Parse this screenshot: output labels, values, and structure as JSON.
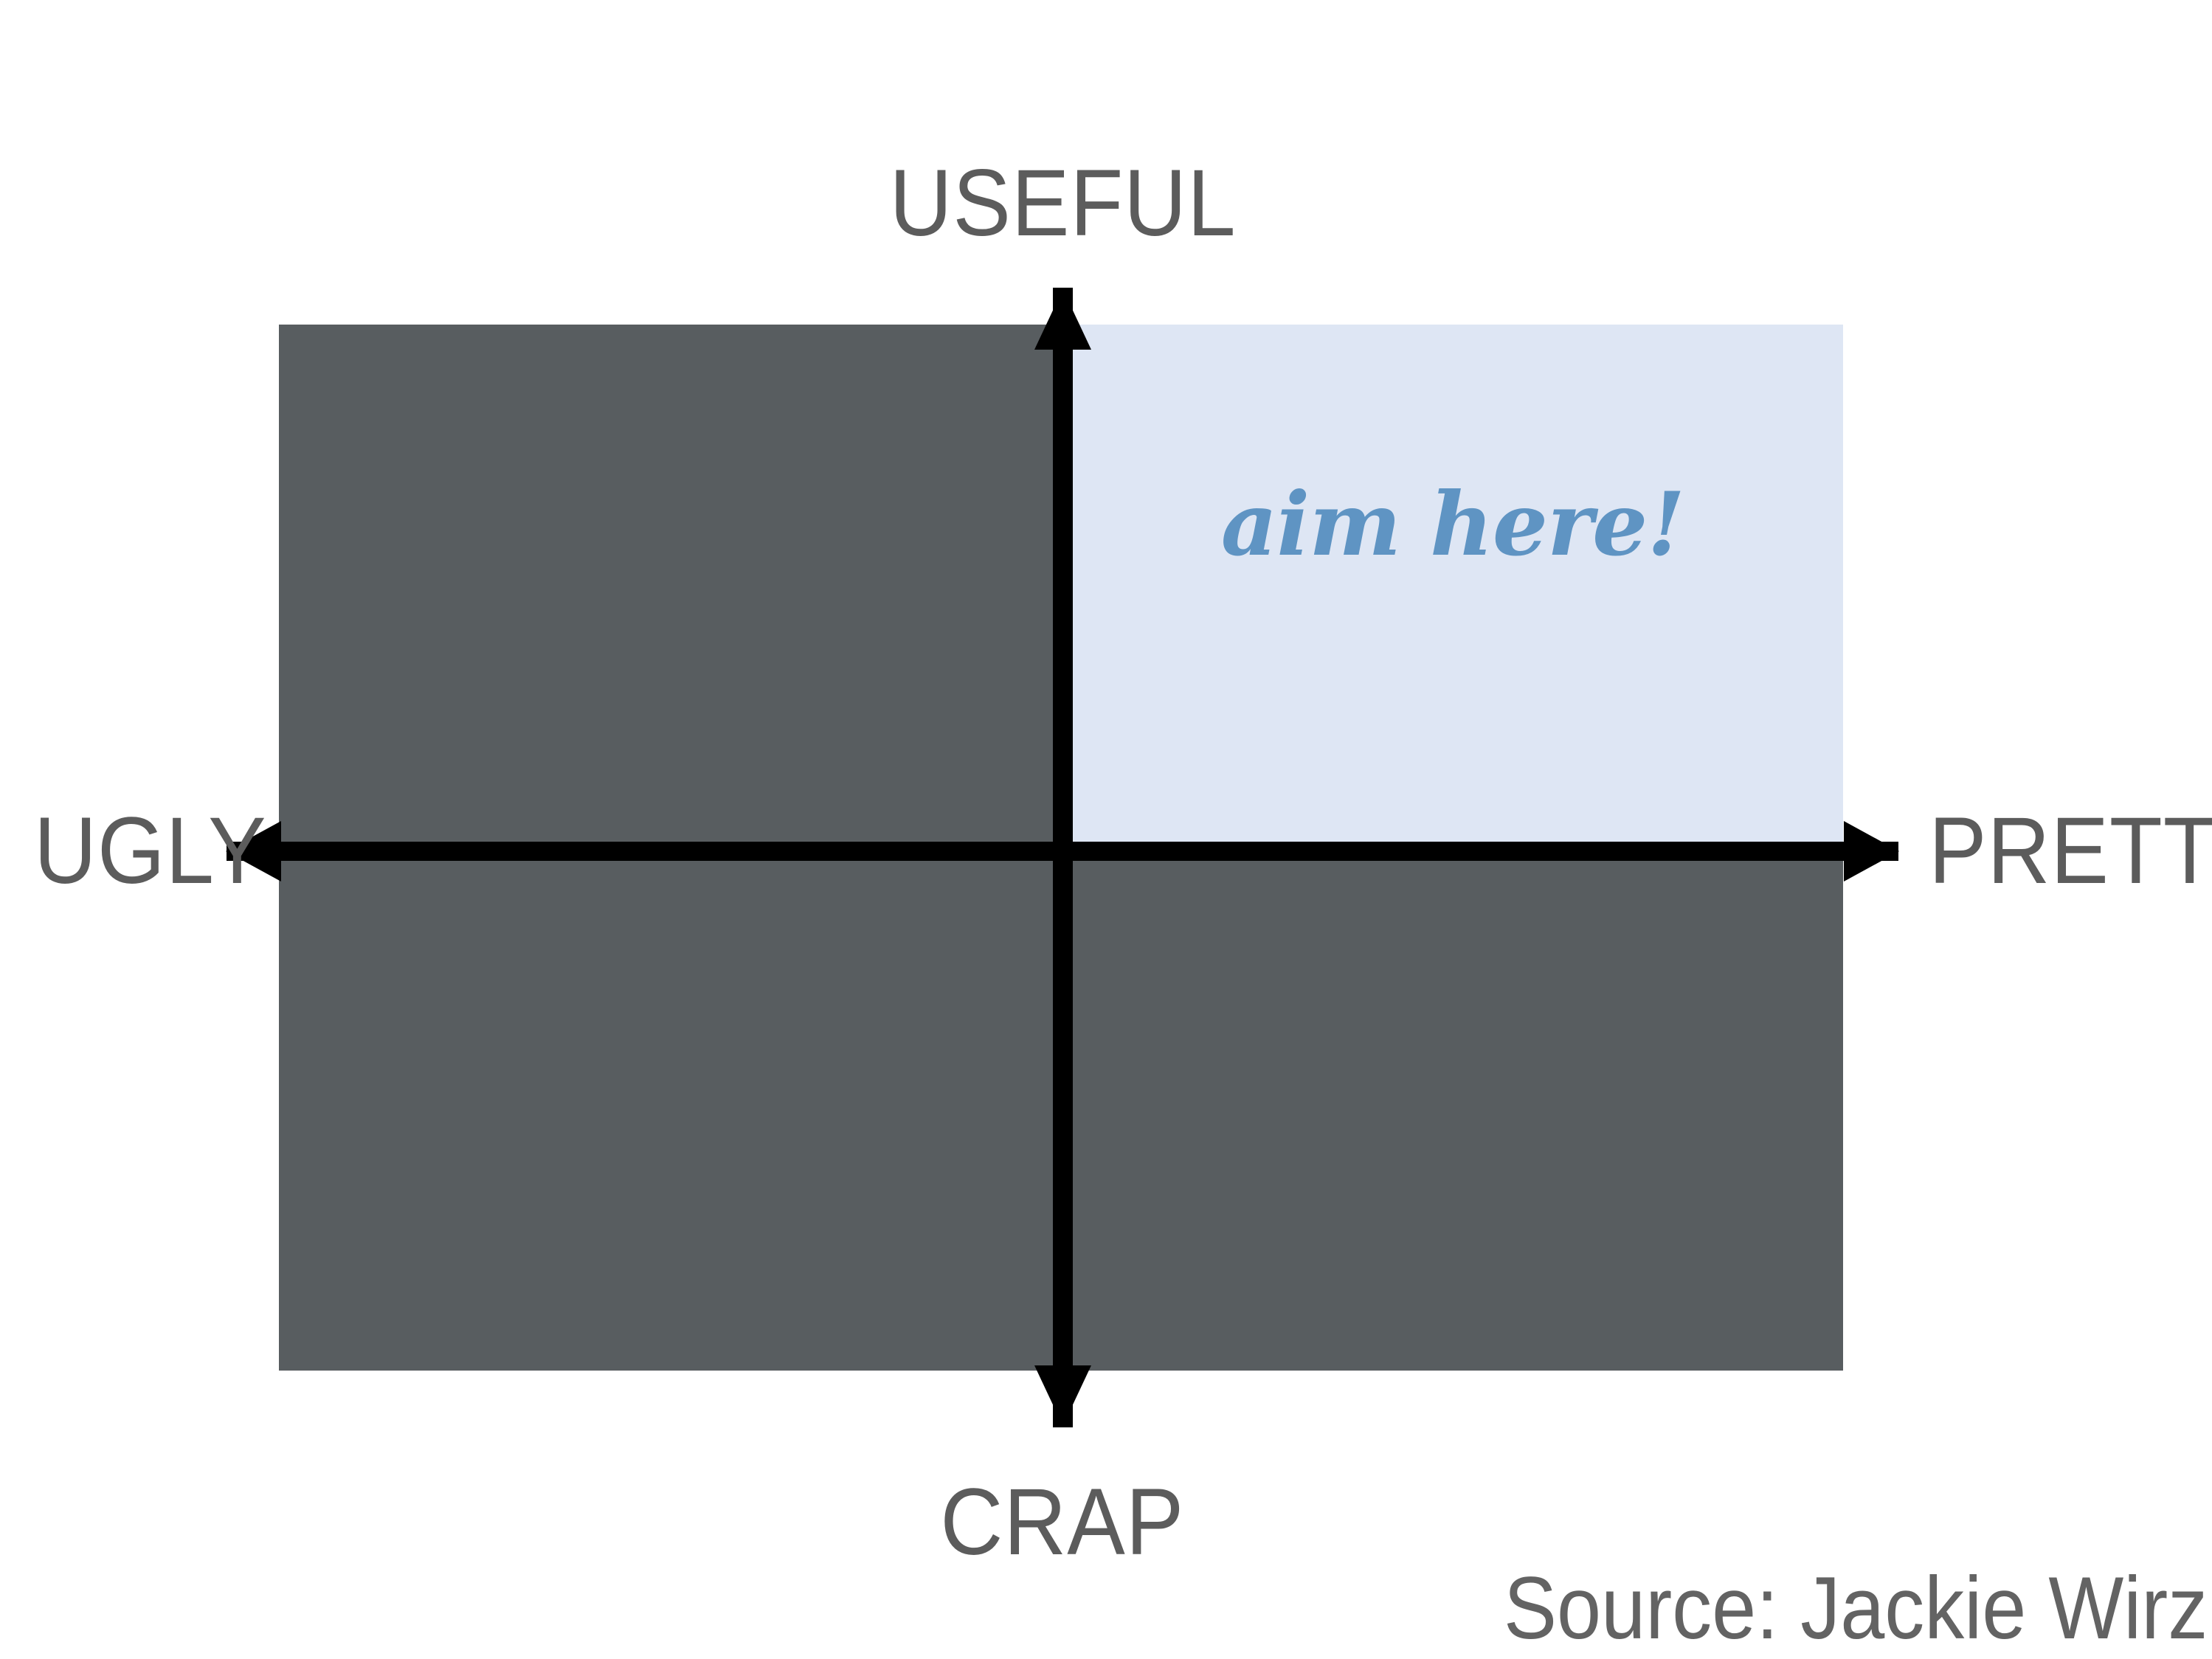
{
  "chart_data": {
    "type": "scatter",
    "title": "",
    "subtitle": "",
    "description": "Two-by-two quadrant diagram with crossing double-headed arrow axes. Three quadrants are shaded dark gray; the upper-right quadrant (pretty + useful) is highlighted in pale blue and annotated 'aim here!'",
    "xlabel": "",
    "ylabel": "",
    "x_axis": {
      "negative_label": "UGLY",
      "positive_label": "PRETTY",
      "arrow_heads": "both"
    },
    "y_axis": {
      "negative_label": "CRAP",
      "positive_label": "USEFUL",
      "arrow_heads": "both"
    },
    "grid": false,
    "legend": "none",
    "quadrants": [
      {
        "id": "upper-left",
        "x": "ugly",
        "y": "useful",
        "fill": "#585d60",
        "highlighted": false,
        "annotation": ""
      },
      {
        "id": "upper-right",
        "x": "pretty",
        "y": "useful",
        "fill": "#dee6f4",
        "highlighted": true,
        "annotation": "aim here!"
      },
      {
        "id": "lower-left",
        "x": "ugly",
        "y": "crap",
        "fill": "#585d60",
        "highlighted": false,
        "annotation": ""
      },
      {
        "id": "lower-right",
        "x": "pretty",
        "y": "crap",
        "fill": "#585d60",
        "highlighted": false,
        "annotation": ""
      }
    ],
    "annotations": [
      {
        "text": "aim here!",
        "quadrant": "upper-right",
        "color": "#5f94c3"
      }
    ],
    "source": "Source: Jackie Wirz"
  },
  "labels": {
    "top": "USEFUL",
    "bottom": "CRAP",
    "left": "UGLY",
    "right": "PRETTY"
  },
  "callout": {
    "text": "aim here!"
  },
  "footer": {
    "source": "Source: Jackie Wirz"
  },
  "colors": {
    "quadrant_dark": "#585d60",
    "quadrant_highlight": "#dee6f4",
    "axis": "#000000",
    "label_text": "#5c5c5c",
    "callout_text": "#5f94c3",
    "source_text": "#636363",
    "background": "#ffffff"
  },
  "icons": {
    "arrow_up": "arrow-up-icon",
    "arrow_down": "arrow-down-icon",
    "arrow_left": "arrow-left-icon",
    "arrow_right": "arrow-right-icon"
  }
}
